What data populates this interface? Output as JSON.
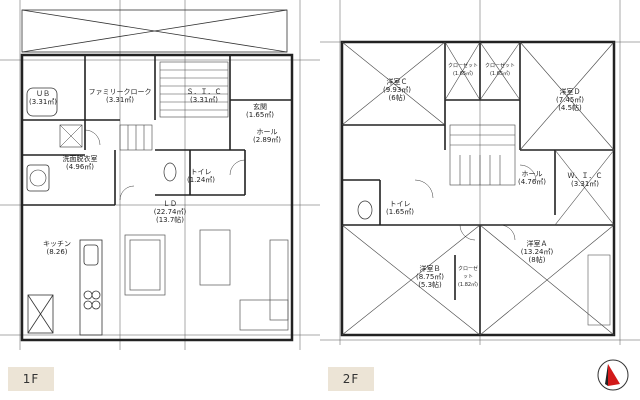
{
  "floors": [
    {
      "label": "1F",
      "rooms": {
        "ub": {
          "name": "ＵＢ",
          "area": "(3.31㎡)"
        },
        "family_closet": {
          "name": "ファミリークローク",
          "area": "(3.31㎡)"
        },
        "sic": {
          "name": "Ｓ．Ｉ．Ｃ",
          "area": "(3.31㎡)"
        },
        "entrance": {
          "name": "玄関",
          "area": "(1.65㎡)"
        },
        "hall": {
          "name": "ホール",
          "area": "(2.89㎡)"
        },
        "washroom": {
          "name": "洗面脱衣室",
          "area": "(4.96㎡)"
        },
        "toilet": {
          "name": "トイレ",
          "area": "(1.24㎡)"
        },
        "ld": {
          "name": "ＬＤ",
          "area": "(22.74㎡)",
          "jo": "(13.7帖)"
        },
        "kitchen": {
          "name": "キッチン",
          "area": "(8.26)"
        }
      }
    },
    {
      "label": "2F",
      "rooms": {
        "closet1": {
          "name": "クローゼット",
          "area": "(1.65㎡)"
        },
        "closet2": {
          "name": "クローゼット",
          "area": "(1.65㎡)"
        },
        "room_c": {
          "name": "洋室Ｃ",
          "area": "(9.93㎡)",
          "jo": "(6帖)"
        },
        "room_d": {
          "name": "洋室Ｄ",
          "area": "(7.45㎡)",
          "jo": "(4.5帖)"
        },
        "hall": {
          "name": "ホール",
          "area": "(4.76㎡)"
        },
        "wic": {
          "name": "Ｗ．Ｉ．Ｃ",
          "area": "(3.31㎡)"
        },
        "toilet": {
          "name": "トイレ",
          "area": "(1.65㎡)"
        },
        "room_b": {
          "name": "洋室Ｂ",
          "area": "(8.75㎡)",
          "jo": "(5.3帖)"
        },
        "room_a": {
          "name": "洋室Ａ",
          "area": "(13.24㎡)",
          "jo": "(8帖)"
        },
        "closet3": {
          "name": "クローゼット",
          "area": "(1.82㎡)"
        }
      }
    }
  ],
  "north_icon": "north-arrow-icon"
}
